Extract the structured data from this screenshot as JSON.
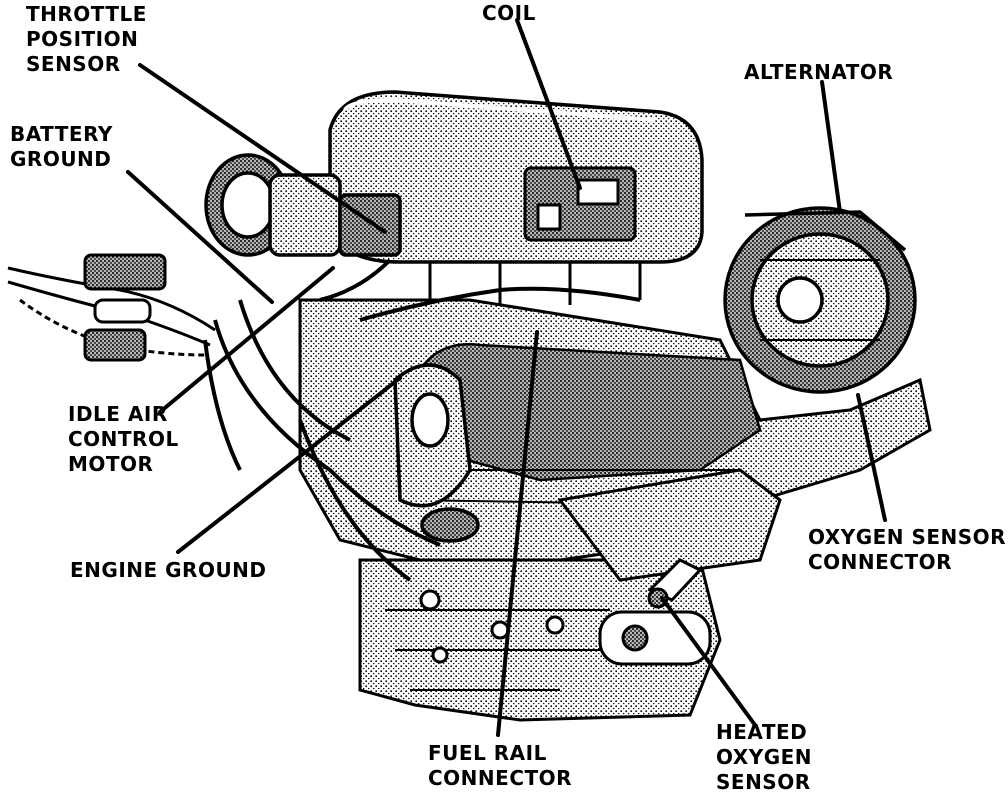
{
  "diagram": {
    "colors": {
      "ink": "#000000",
      "paper": "#ffffff",
      "shade": "#8a8a8a"
    },
    "labels": {
      "throttle_position_sensor": [
        "THROTTLE",
        "POSITION",
        "SENSOR"
      ],
      "coil": [
        "COIL"
      ],
      "alternator": [
        "ALTERNATOR"
      ],
      "battery_ground": [
        "BATTERY",
        "GROUND"
      ],
      "idle_air_control_motor": [
        "IDLE AIR",
        "CONTROL",
        "MOTOR"
      ],
      "engine_ground": [
        "ENGINE GROUND"
      ],
      "oxygen_sensor_connector": [
        "OXYGEN SENSOR",
        "CONNECTOR"
      ],
      "fuel_rail_connector": [
        "FUEL RAIL",
        "CONNECTOR"
      ],
      "heated_oxygen_sensor": [
        "HEATED",
        "OXYGEN",
        "SENSOR"
      ]
    }
  }
}
